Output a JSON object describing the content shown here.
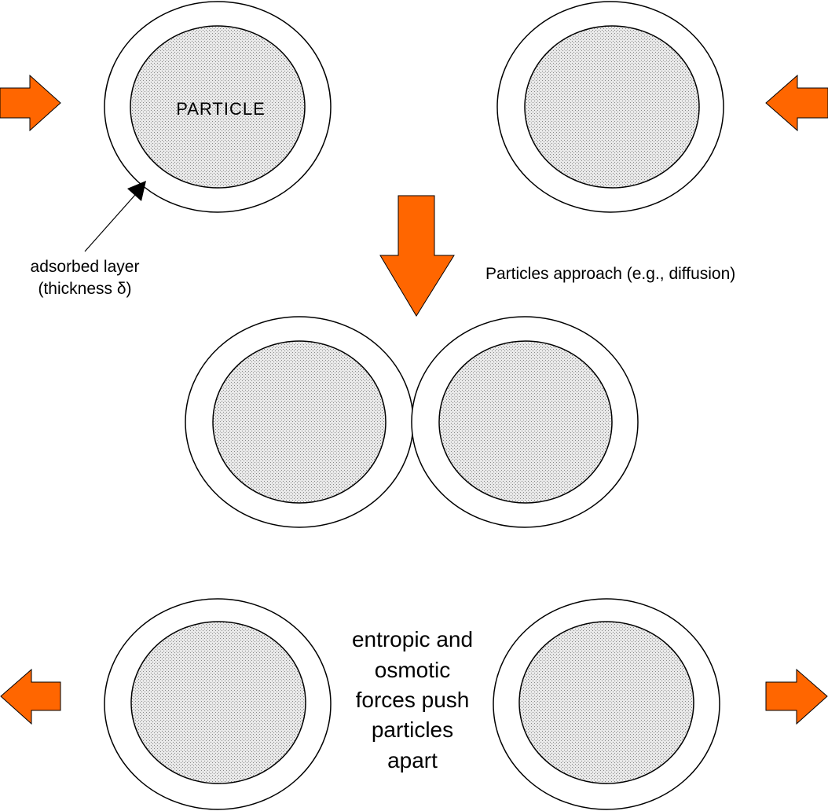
{
  "labels": {
    "particle": "PARTICLE",
    "adsorbed_line1": "adsorbed layer",
    "adsorbed_line2": "(thickness δ)",
    "approach": "Particles approach (e.g., diffusion)",
    "forces_line1": "entropic and",
    "forces_line2": "osmotic",
    "forces_line3": "forces push",
    "forces_line4": "particles",
    "forces_line5": "apart"
  },
  "colors": {
    "arrow": "#ff6600",
    "particle_fill": "#e6e6e6",
    "layer_fill": "#ffffff",
    "stroke": "#000000"
  }
}
